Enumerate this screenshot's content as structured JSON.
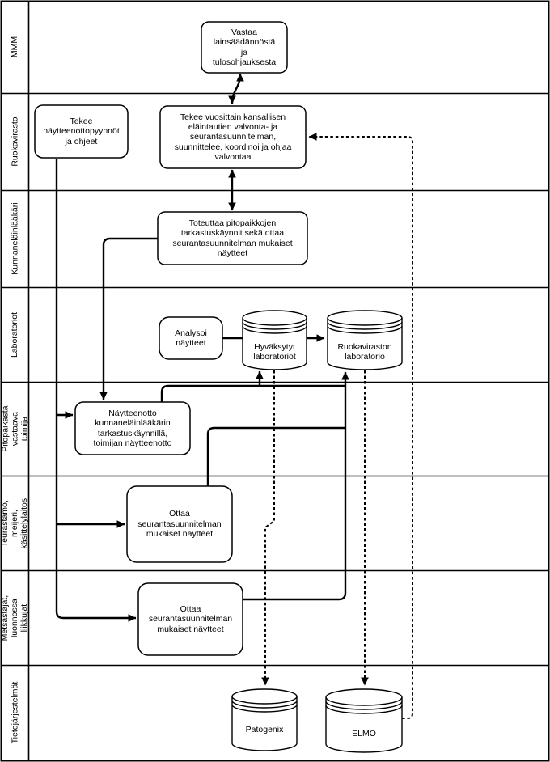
{
  "diagram_type": "swimlane-flowchart",
  "colors": {
    "line": "#000000",
    "node_fill": "#ffffff",
    "background": "#ffffff"
  },
  "lanes": [
    {
      "label": "MMM"
    },
    {
      "label": "Ruokavirasto"
    },
    {
      "label": "Kunnaneläinlääkäri"
    },
    {
      "label": "Laboratoriot"
    },
    {
      "label": "Pitopaikasta\nvastaava toimija"
    },
    {
      "label": "Teurastamo, meijeri,\nkäsittelylaitos"
    },
    {
      "label": "Metsästäjät,\nluonnossa liikkujat"
    },
    {
      "label": "Tietojärjestelmät"
    }
  ],
  "nodes": {
    "vastaa": "Vastaa\nlainsäädännöstä\nja\ntulosohjauksesta",
    "tekee_pyynnot": "Tekee\nnäytteenottopyynnöt\nja ohjeet",
    "suunnitelma": "Tekee vuosittain kansallisen\neläintautien valvonta- ja\nseurantasuunnitelman,\nsuunnittelee, koordinoi ja ohjaa\nvalvontaa",
    "toteuttaa": "Toteuttaa pitopaikkojen\ntarkastuskäynnit sekä ottaa\nseurantasuunnitelman mukaiset\nnäytteet",
    "analysoi": "Analysoi\nnäytteet",
    "hyvaksytyt_laboratoriot": "Hyväksytyt\nlaboratoriot",
    "ruokaviraston_laboratorio": "Ruokaviraston\nlaboratorio",
    "naytteenotto": "Näytteenotto\nkunnaneläinlääkärin\ntarkastuskäynnillä,\ntoimijan näytteenotto",
    "ottaa_teurastamo": "Ottaa\nseurantasuunnitelman\nmukaiset näytteet",
    "ottaa_metsastajat": "Ottaa\nseurantasuunnitelman\nmukaiset näytteet",
    "patogenix": "Patogenix",
    "elmo": "ELMO"
  },
  "edges": [
    {
      "from": "vastaa",
      "to": "suunnitelma",
      "style": "solid",
      "arrows": "both"
    },
    {
      "from": "suunnitelma",
      "to": "toteuttaa",
      "style": "solid",
      "arrows": "both"
    },
    {
      "from": "tekee_pyynnot",
      "to": "naytteenotto",
      "style": "solid",
      "arrows": "end"
    },
    {
      "from": "tekee_pyynnot",
      "to": "ottaa_teurastamo",
      "style": "solid",
      "arrows": "end"
    },
    {
      "from": "tekee_pyynnot",
      "to": "ottaa_metsastajat",
      "style": "solid",
      "arrows": "end"
    },
    {
      "from": "toteuttaa",
      "to": "naytteenotto",
      "style": "solid",
      "arrows": "end"
    },
    {
      "from": "naytteenotto",
      "to": "hyvaksytyt_laboratoriot",
      "style": "solid",
      "arrows": "end"
    },
    {
      "from": "naytteenotto",
      "to": "ruokaviraston_laboratorio",
      "style": "solid",
      "arrows": "end"
    },
    {
      "from": "analysoi",
      "to": "hyvaksytyt_laboratoriot",
      "style": "solid",
      "arrows": "none"
    },
    {
      "from": "hyvaksytyt_laboratoriot",
      "to": "ruokaviraston_laboratorio",
      "style": "solid",
      "arrows": "end"
    },
    {
      "from": "ottaa_teurastamo",
      "to": "ruokaviraston_laboratorio",
      "style": "solid",
      "arrows": "end"
    },
    {
      "from": "ottaa_metsastajat",
      "to": "ruokaviraston_laboratorio",
      "style": "solid",
      "arrows": "end"
    },
    {
      "from": "hyvaksytyt_laboratoriot",
      "to": "patogenix",
      "style": "dashed",
      "arrows": "end"
    },
    {
      "from": "ruokaviraston_laboratorio",
      "to": "elmo",
      "style": "dashed",
      "arrows": "end"
    },
    {
      "from": "elmo",
      "to": "suunnitelma",
      "style": "dashed",
      "arrows": "end"
    }
  ]
}
